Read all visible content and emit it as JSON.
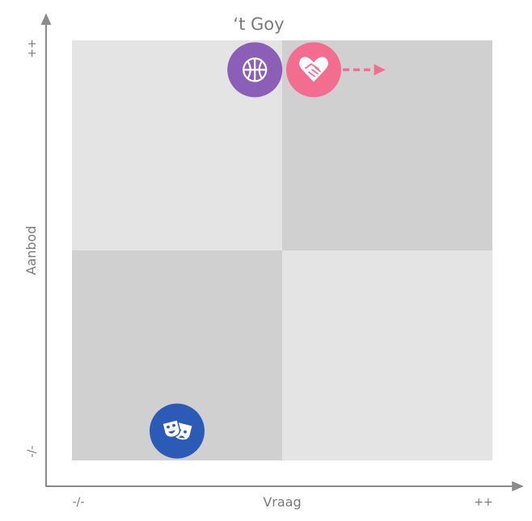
{
  "chart_data": {
    "type": "scatter",
    "title": "‘t Goy",
    "xlabel": "Vraag",
    "ylabel": "Aanbod",
    "xlim": [
      0,
      2
    ],
    "ylim": [
      0,
      2
    ],
    "x_ticks": [
      "-/-",
      "++"
    ],
    "y_ticks": [
      "-/-",
      "++"
    ],
    "grid": false,
    "quadrants": [
      {
        "position": "top-left",
        "color": "#e4e4e4"
      },
      {
        "position": "top-right",
        "color": "#d1d0d1"
      },
      {
        "position": "bottom-left",
        "color": "#d1d0d1"
      },
      {
        "position": "bottom-right",
        "color": "#e4e4e4"
      }
    ],
    "points": [
      {
        "icon": "basketball-icon",
        "x": 0.87,
        "y": 1.86,
        "color": "#8b5fb8"
      },
      {
        "icon": "heart-handshake-icon",
        "x": 1.15,
        "y": 1.86,
        "color": "#f26d8f",
        "arrow_to_x": 1.48,
        "arrow_color": "#f26d8f"
      },
      {
        "icon": "theater-masks-icon",
        "x": 0.5,
        "y": 0.14,
        "color": "#2b5bb7"
      }
    ]
  }
}
